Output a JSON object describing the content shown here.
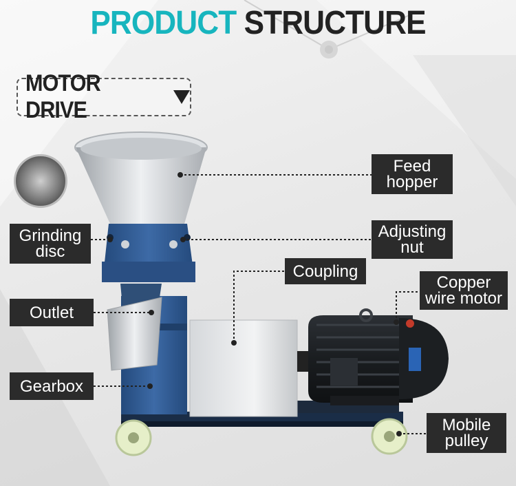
{
  "title": {
    "part1": "PRODUCT",
    "part2": "STRUCTURE"
  },
  "mode_box": {
    "label": "MOTOR DRIVE"
  },
  "labels": {
    "feed_hopper": [
      "Feed",
      "hopper"
    ],
    "adjusting_nut": [
      "Adjusting",
      "nut"
    ],
    "coupling": [
      "Coupling"
    ],
    "copper_wire_motor": [
      "Copper",
      "wire motor"
    ],
    "grinding_disc": [
      "Grinding",
      "disc"
    ],
    "outlet": [
      "Outlet"
    ],
    "gearbox": [
      "Gearbox"
    ],
    "mobile_pulley": [
      "Mobile",
      "pulley"
    ]
  },
  "colors": {
    "title_accent": "#17b5be",
    "title_dark": "#222222",
    "label_bg": "#2b2b2b",
    "machine_blue": "#2f5b94",
    "steel": "#c9ccd0"
  }
}
